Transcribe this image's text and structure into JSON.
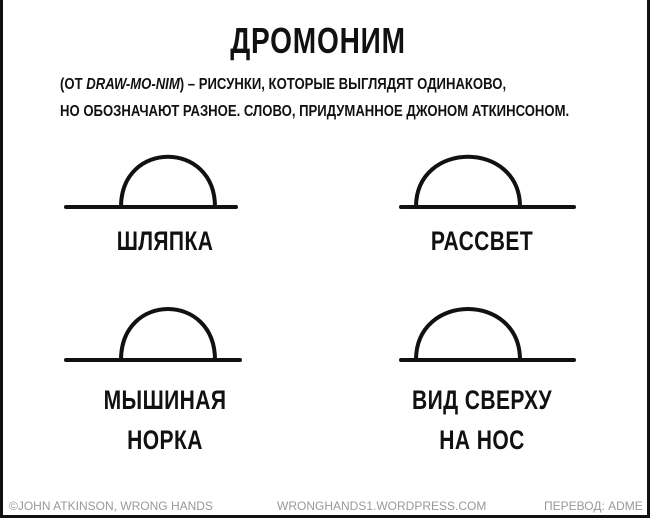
{
  "title": "ДРОМОНИМ",
  "intro": {
    "open": "(ОТ ",
    "term": "DRAW-MO-NIM",
    "rest": ") – РИСУНКИ, КОТОРЫЕ ВЫГЛЯДЯТ ОДИНАКОВО,",
    "line2": "НО ОБОЗНАЧАЮТ РАЗНОЕ. СЛОВО, ПРИДУМАННОЕ ДЖОНОМ АТКИНСОНОМ."
  },
  "panels": [
    {
      "lines": [
        "ШЛЯПКА"
      ]
    },
    {
      "lines": [
        "РАССВЕТ"
      ]
    },
    {
      "lines": [
        "МЫШИНАЯ",
        "НОРКА"
      ]
    },
    {
      "lines": [
        "ВИД СВЕРХУ",
        "НА НОС"
      ]
    }
  ],
  "footer": {
    "copyright": "©JOHN ATKINSON, WRONG HANDS",
    "site": "WRONGHANDS1.WORDPRESS.COM",
    "translation": "ПЕРЕВОД: ADME"
  }
}
